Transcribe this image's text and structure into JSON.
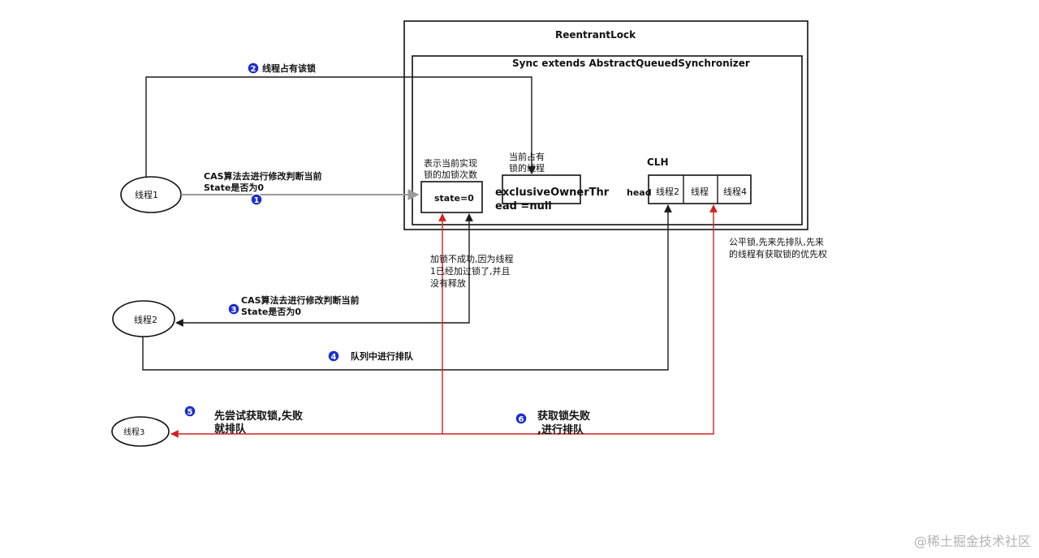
{
  "outer_box": {
    "title": "ReentrantLock"
  },
  "inner_box": {
    "title": "Sync extends AbstractQueuedSynchronizer"
  },
  "state": {
    "caption_line1": "表示当前实现",
    "caption_line2": "锁的加锁次数",
    "value": "state=0"
  },
  "owner": {
    "caption_line1": "当前占有",
    "caption_line2": "锁的线程",
    "value_line1": "exclusiveOwnerThr",
    "value_line2": "ead =null"
  },
  "clh": {
    "title": "CLH",
    "head_label": "head",
    "nodes": [
      "线程2",
      "线程",
      "线程4"
    ]
  },
  "threads": {
    "t1": "线程1",
    "t2": "线程2",
    "t3": "线程3"
  },
  "steps": [
    {
      "number": "1",
      "line1": "CAS算法去进行修改判断当前",
      "line2": "State是否为0"
    },
    {
      "number": "2",
      "line1": "线程占有该锁"
    },
    {
      "number": "3",
      "line1": "CAS算法去进行修改判断当前",
      "line2": "State是否为0"
    },
    {
      "number": "4",
      "line1": "队列中进行排队"
    },
    {
      "number": "5",
      "line1": "先尝试获取锁,失败",
      "line2": "就排队"
    },
    {
      "number": "6",
      "line1": "获取锁失败",
      "line2": ",进行排队"
    }
  ],
  "notes": {
    "lock_fail_line1": "加锁不成功,因为线程",
    "lock_fail_line2": "1已经加过锁了,并且",
    "lock_fail_line3": "没有释放",
    "fair_line1": "公平锁,先来先排队,先来",
    "fair_line2": "的线程有获取锁的优先权"
  },
  "watermark": "@稀土掘金技术社区"
}
